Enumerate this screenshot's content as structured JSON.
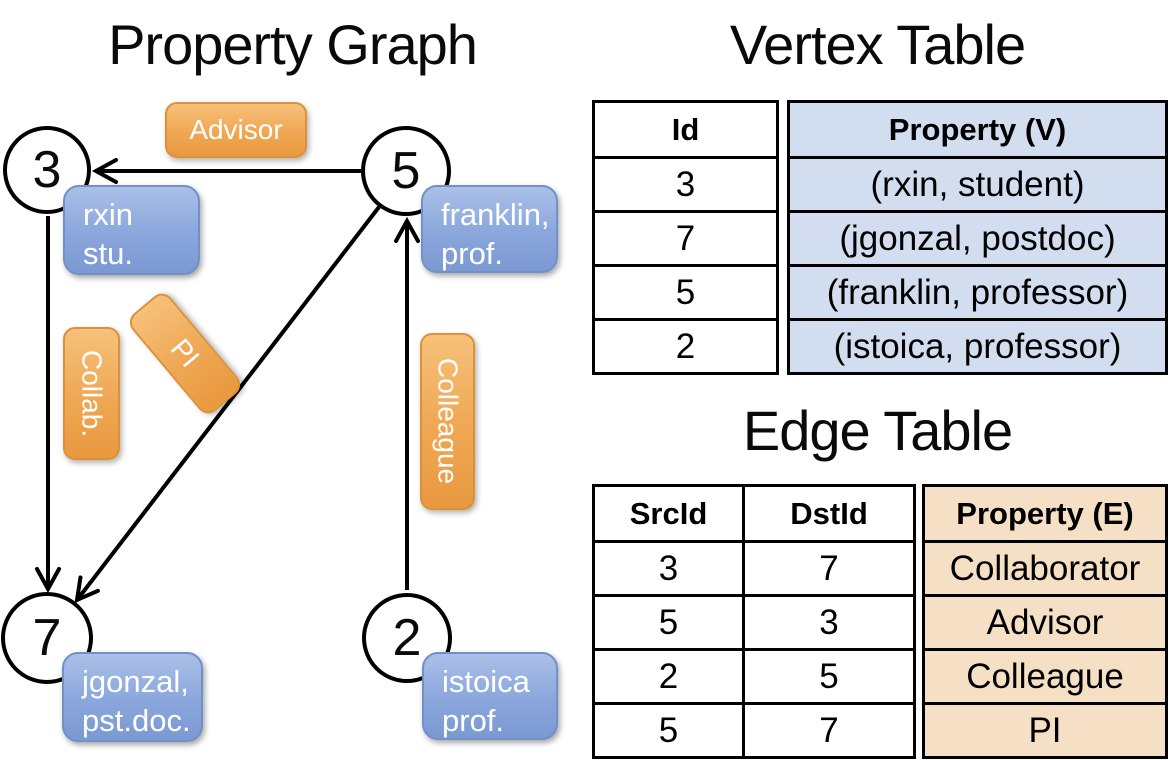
{
  "graph": {
    "title": "Property Graph",
    "node3": {
      "id": "3",
      "line1": "rxin",
      "line2": "stu."
    },
    "node5": {
      "id": "5",
      "line1": "franklin,",
      "line2": "prof."
    },
    "node7": {
      "id": "7",
      "line1": "jgonzal,",
      "line2": "pst.doc."
    },
    "node2": {
      "id": "2",
      "line1": "istoica",
      "line2": "prof."
    },
    "labels": {
      "advisor": "Advisor",
      "collab": "Collab.",
      "pi": "PI",
      "colleague": "Colleague"
    }
  },
  "vertex_table": {
    "title": "Vertex Table",
    "columns": {
      "id": "Id",
      "property": "Property (V)"
    },
    "rows": [
      {
        "id": "3",
        "property": "(rxin, student)"
      },
      {
        "id": "7",
        "property": "(jgonzal, postdoc)"
      },
      {
        "id": "5",
        "property": "(franklin, professor)"
      },
      {
        "id": "2",
        "property": "(istoica, professor)"
      }
    ]
  },
  "edge_table": {
    "title": "Edge Table",
    "columns": {
      "src": "SrcId",
      "dst": "DstId",
      "property": "Property (E)"
    },
    "rows": [
      {
        "src": "3",
        "dst": "7",
        "property": "Collaborator"
      },
      {
        "src": "5",
        "dst": "3",
        "property": "Advisor"
      },
      {
        "src": "2",
        "dst": "5",
        "property": "Colleague"
      },
      {
        "src": "5",
        "dst": "7",
        "property": "PI"
      }
    ]
  },
  "colors": {
    "vertex_property_fill": "#d2ddef",
    "edge_property_fill": "#f5dfc5",
    "vertex_box_blue": "#8aa6dc",
    "edge_label_orange": "#efa753",
    "line_black": "#000000"
  }
}
